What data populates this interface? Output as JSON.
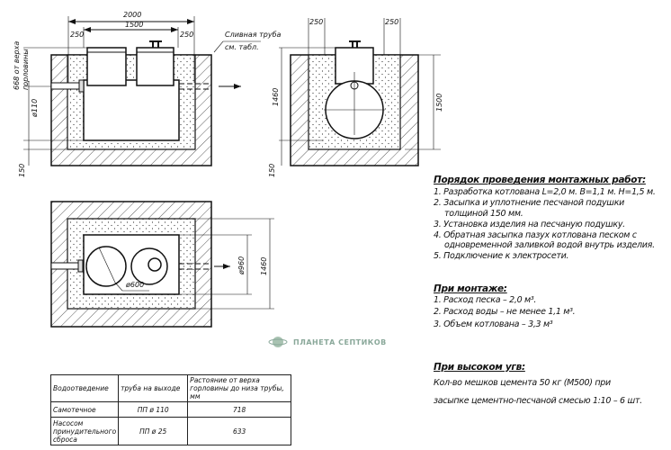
{
  "dimensions": {
    "front": {
      "overall": "2000",
      "tank": "1500",
      "gap_left": "250",
      "gap_right": "250",
      "top_to_pipe": "668 от верха горловины",
      "pipe_diam": "ø110",
      "sand_bed": "150",
      "drain_note_1": "Сливная труба",
      "drain_note_2": "см. табл."
    },
    "side": {
      "gap_left": "250",
      "gap_right": "250",
      "height_left": "1460",
      "height_right": "1500",
      "sand_bed": "150"
    },
    "plan": {
      "manhole_diam": "ø600",
      "inner_width": "ø960",
      "outer_width": "1460"
    }
  },
  "logo": {
    "text": "ПЛАНЕТА СЕПТИКОВ"
  },
  "procedure": {
    "title": "Порядок проведения монтажных работ:",
    "items": [
      "1. Разработка котлована L=2,0 м. B=1,1 м. H=1,5 м.",
      "2. Засыпка и уплотнение песчаной подушки",
      "толщиной 150 мм.",
      "3. Установка изделия на песчаную подушку.",
      "4. Обратная засыпка пазух котлована песком с",
      "одновременной заливкой водой внутрь изделия.",
      "5. Подключение к электросети."
    ]
  },
  "installation": {
    "title": "При монтаже:",
    "items": [
      "1. Расход песка – 2,0 м³.",
      "2. Расход воды – не менее 1,1 м³.",
      "3. Объем котлована – 3,3 м³"
    ]
  },
  "high_groundwater": {
    "title": "При высоком угв:",
    "line1": "Кол-во мешков цемента 50 кг (М500) при",
    "line2": "засыпке цементно-песчаной смесью 1:10 – 6 шт."
  },
  "table": {
    "headers": [
      "Водоотведение",
      "труба на выходе",
      "Растояние от верха горловины до низа трубы, мм"
    ],
    "rows": [
      [
        "Самотечное",
        "ПП ø 110",
        "718"
      ],
      [
        "Насосом принудительного сброса",
        "ПП ø 25",
        "633"
      ]
    ]
  }
}
